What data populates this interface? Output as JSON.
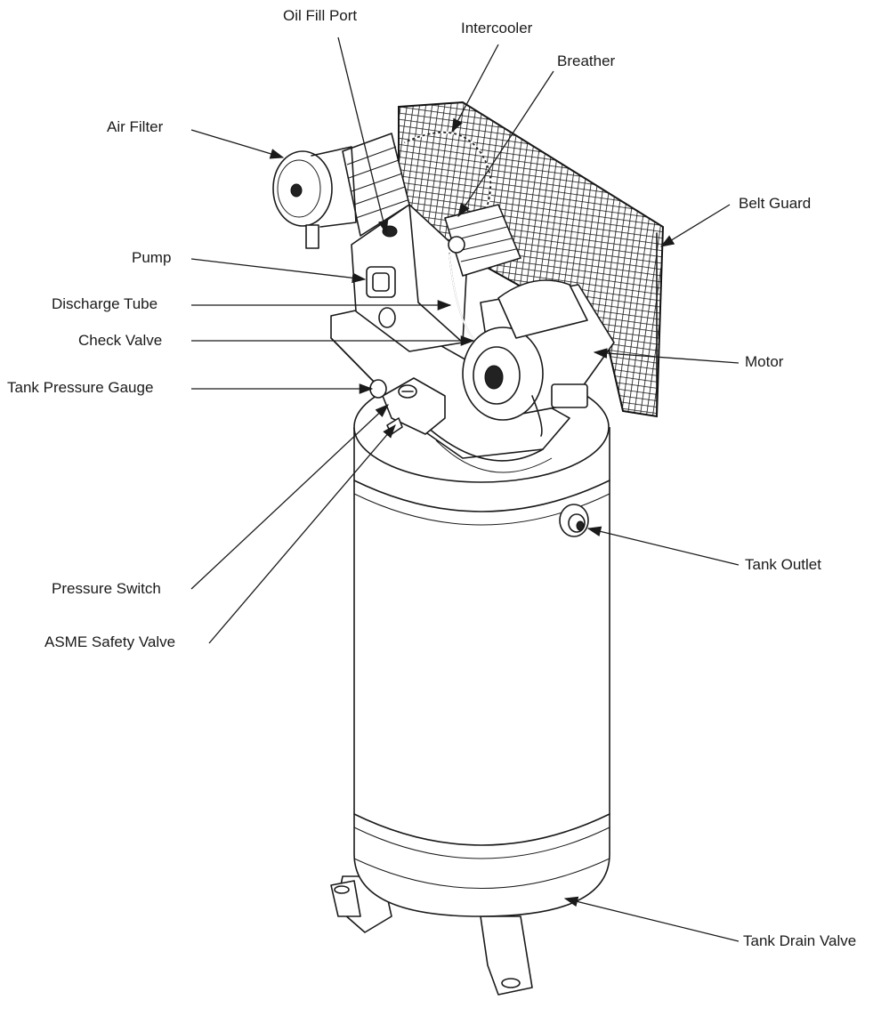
{
  "figure": {
    "subject": "air-compressor-diagram",
    "callouts": [
      {
        "id": "oil-fill-port",
        "text": "Oil Fill Port"
      },
      {
        "id": "intercooler",
        "text": "Intercooler"
      },
      {
        "id": "breather",
        "text": "Breather"
      },
      {
        "id": "air-filter",
        "text": "Air Filter"
      },
      {
        "id": "belt-guard",
        "text": "Belt Guard"
      },
      {
        "id": "pump",
        "text": "Pump"
      },
      {
        "id": "discharge-tube",
        "text": "Discharge Tube"
      },
      {
        "id": "check-valve",
        "text": "Check Valve"
      },
      {
        "id": "motor",
        "text": "Motor"
      },
      {
        "id": "tank-pressure-gauge",
        "text": "Tank Pressure Gauge"
      },
      {
        "id": "tank-outlet",
        "text": "Tank Outlet"
      },
      {
        "id": "pressure-switch",
        "text": "Pressure Switch"
      },
      {
        "id": "asme-safety-valve",
        "text": "ASME Safety Valve"
      },
      {
        "id": "tank-drain-valve",
        "text": "Tank Drain Valve"
      }
    ]
  }
}
